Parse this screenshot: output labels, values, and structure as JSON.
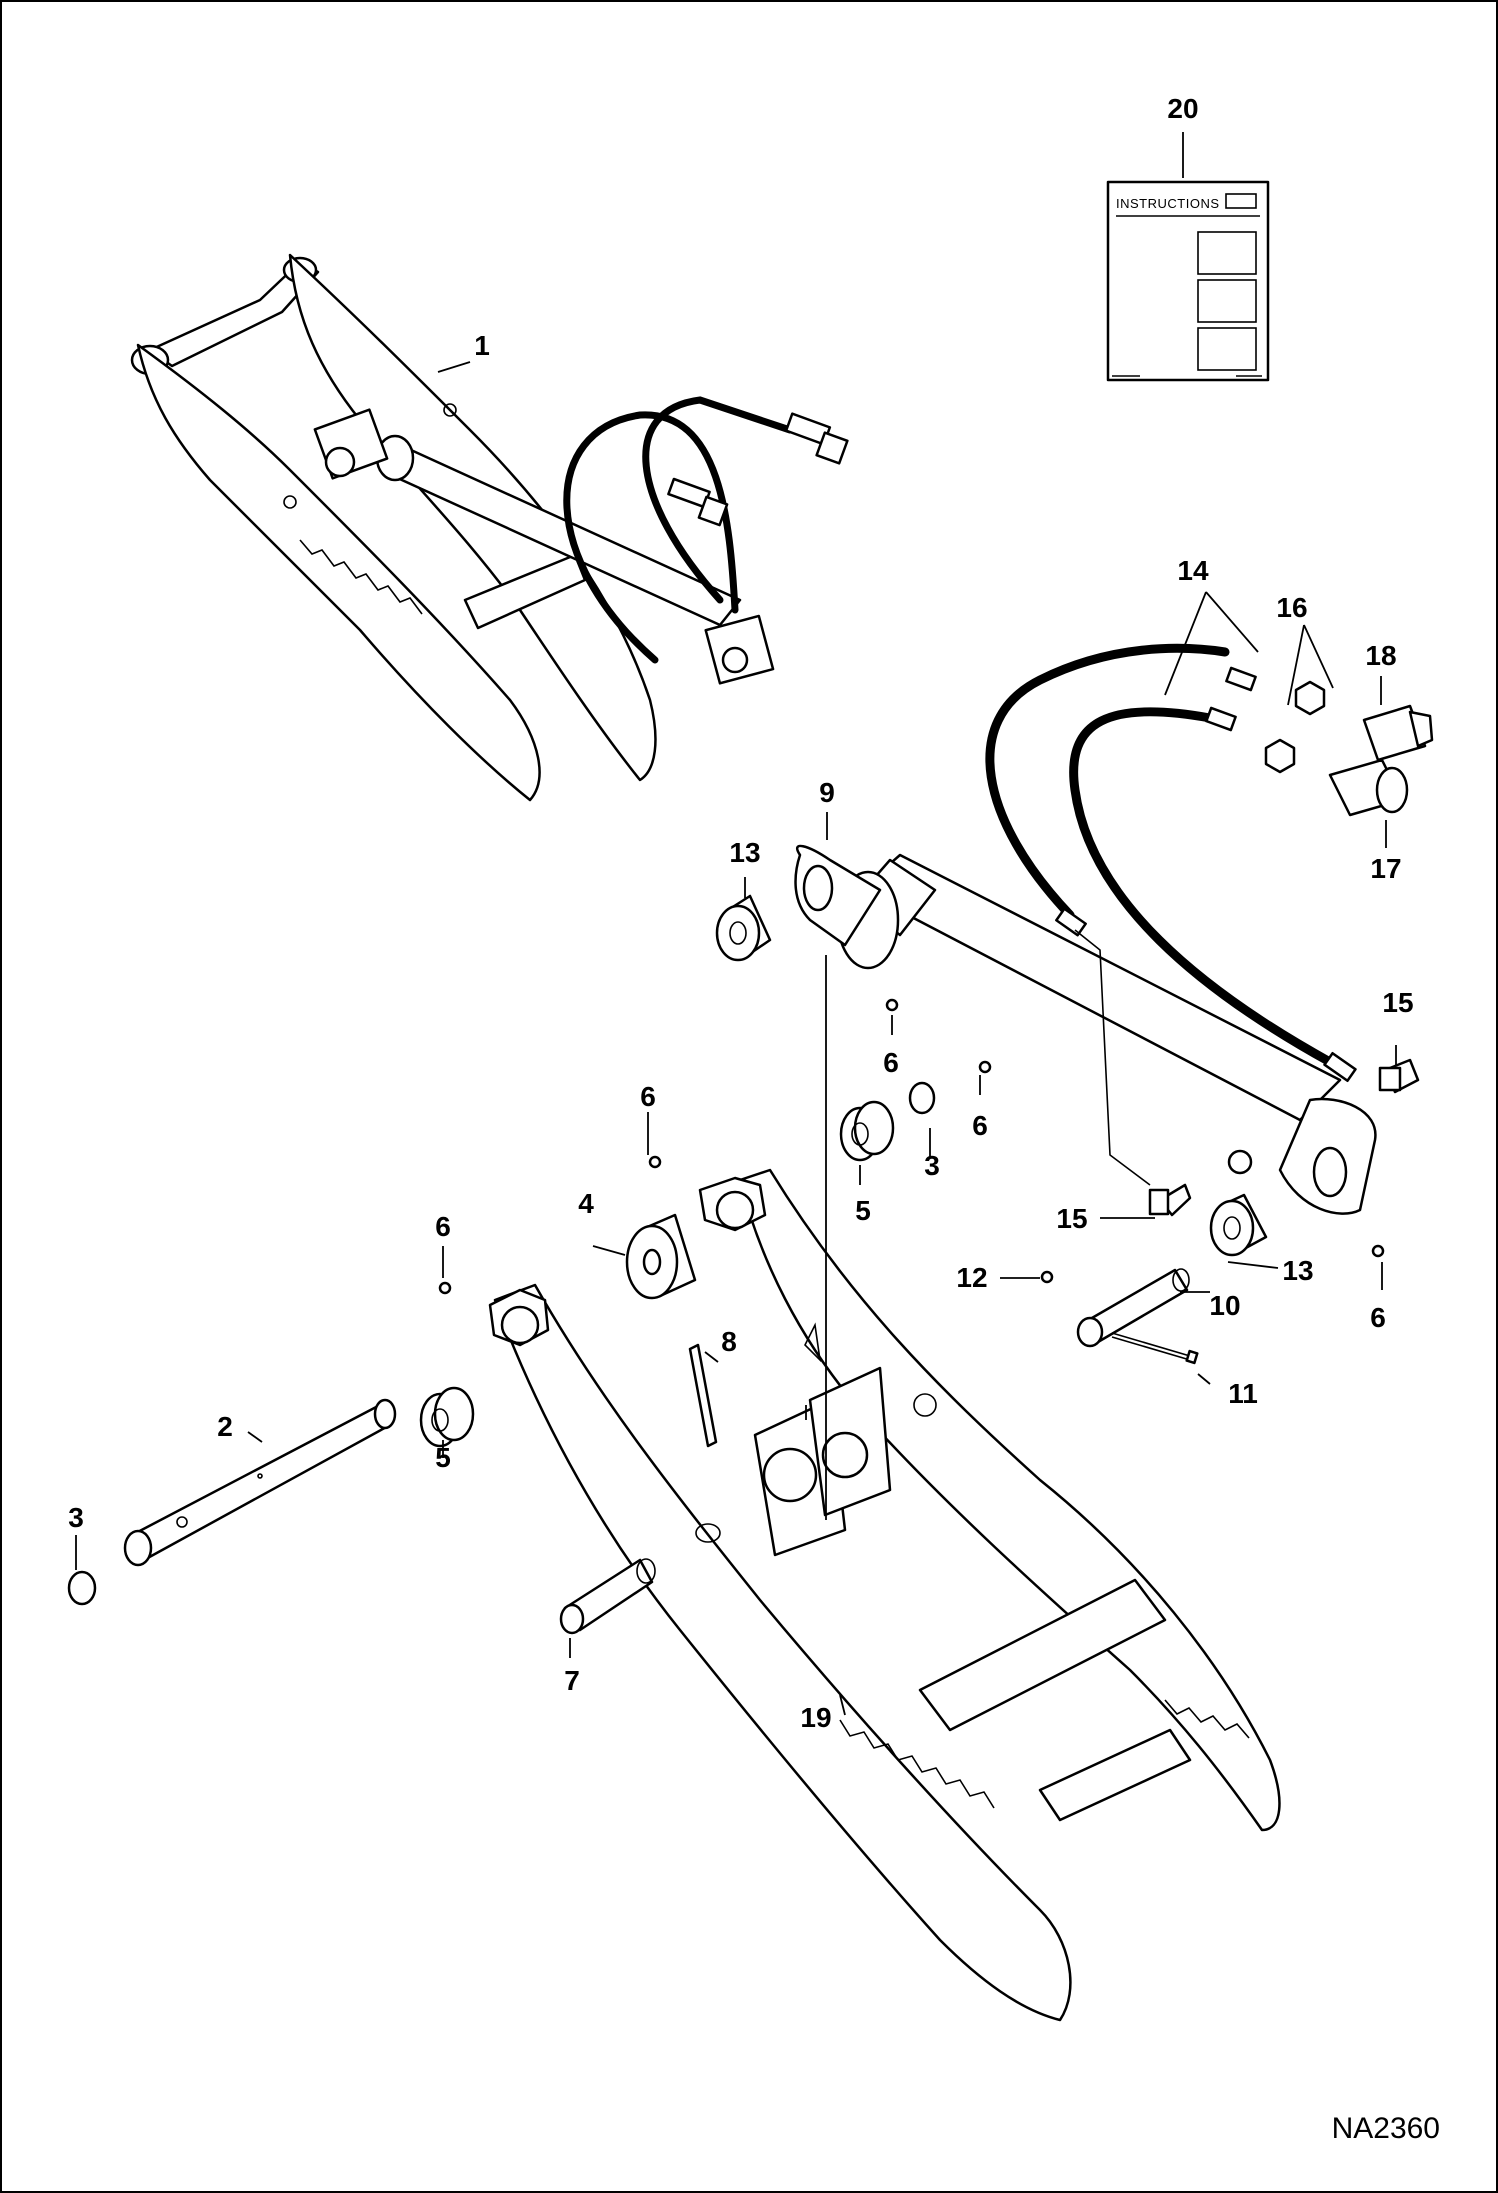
{
  "labels": {
    "p1": "1",
    "p2": "2",
    "p3a": "3",
    "p3b": "3",
    "p4": "4",
    "p5a": "5",
    "p5b": "5",
    "p6a": "6",
    "p6b": "6",
    "p6c": "6",
    "p6d": "6",
    "p6e": "6",
    "p7": "7",
    "p8": "8",
    "p9": "9",
    "p10": "10",
    "p11": "11",
    "p12": "12",
    "p13a": "13",
    "p13b": "13",
    "p14": "14",
    "p15a": "15",
    "p15b": "15",
    "p16": "16",
    "p17": "17",
    "p18": "18",
    "p19": "19",
    "p20": "20"
  },
  "instructions_title": "INSTRUCTIONS",
  "figure_code": "NA2360"
}
